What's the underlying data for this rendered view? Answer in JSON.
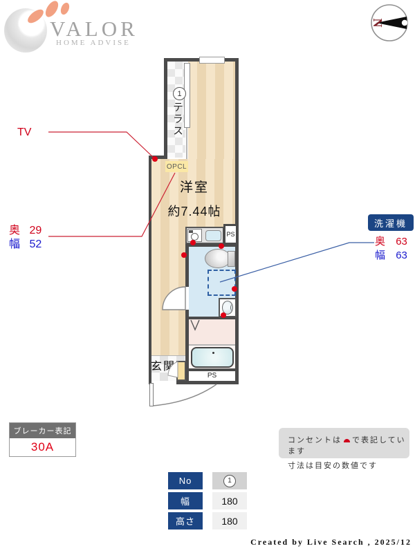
{
  "logo": {
    "brand": "VALOR",
    "tagline": "HOME ADVISE"
  },
  "compass": {
    "label": "N"
  },
  "plan": {
    "terrace_label": "テラス",
    "window_no": "1",
    "opcl_label": "OPCL",
    "room_name": "洋室",
    "room_size": "約7.44帖",
    "ps_kitchen": "PS",
    "ps_bottom": "PS",
    "entrance_label": "玄関"
  },
  "annotations": {
    "tv": {
      "label": "TV",
      "depth_label": "奥",
      "depth_value": "29",
      "width_label": "幅",
      "width_value": "52"
    },
    "washer": {
      "title": "洗濯機",
      "depth_label": "奥",
      "depth_value": "63",
      "width_label": "幅",
      "width_value": "63"
    }
  },
  "breaker": {
    "title": "ブレーカー表記",
    "value": "30A"
  },
  "notes": {
    "line1_before": "コンセントは",
    "line1_after": "で表記しています",
    "line2": "寸法は目安の数値です"
  },
  "spec_table": {
    "rows": [
      {
        "label": "No",
        "value": "1"
      },
      {
        "label": "幅",
        "value": "180"
      },
      {
        "label": "高さ",
        "value": "180"
      }
    ]
  },
  "credit": "Created by Live Search , 2025/12",
  "colors": {
    "wall": "#4b4b4b",
    "accent_red": "#d0021b",
    "accent_blue": "#1b4584",
    "leader_blue": "#3a5fa5",
    "opcl_yellow": "#fbe8a6",
    "floor_beige": "#f5e5c9",
    "washroom_blue": "#d6e9f4",
    "bath_pink": "#f8e8e3",
    "tub_teal": "#d5ecef"
  }
}
